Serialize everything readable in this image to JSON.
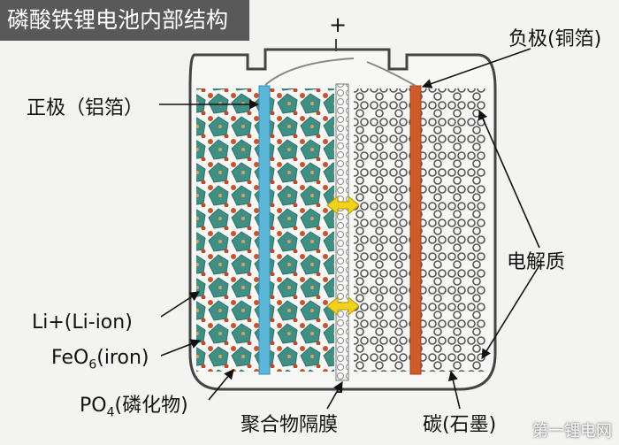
{
  "title": "磷酸铁锂电池内部结构",
  "plus_sign": "+",
  "minus_sign": "-",
  "labels": {
    "positive_electrode": "正极（铝箔）",
    "negative_electrode": "负极(铜箔)",
    "electrolyte": "电解质",
    "li_ion": "Li+(Li-ion)",
    "feo6_main": "FeO",
    "feo6_sub": "6",
    "feo6_rest": "(iron)",
    "po4_main": "PO",
    "po4_sub": "4",
    "po4_rest": "(磷化物)",
    "separator": "聚合物隔膜",
    "carbon": "碳(石墨)"
  },
  "watermark": "第一锂电网",
  "colors": {
    "title_bg": "#595959",
    "aluminum_foil": "#5bb6d8",
    "copper_foil": "#cf5a2a",
    "crystal": "#3f8f84",
    "lithium": "#c8542f",
    "carbon": "#555555",
    "arrow": "#f2d21b"
  }
}
